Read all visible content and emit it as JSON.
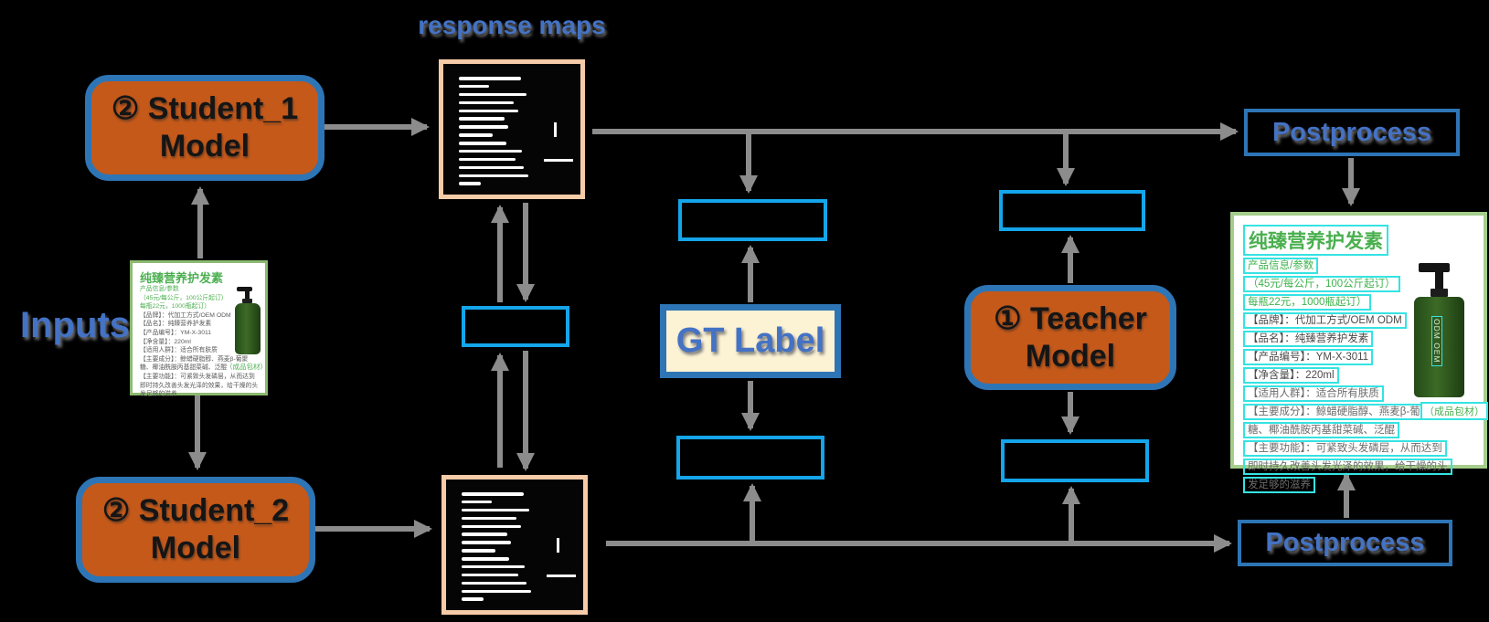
{
  "title": "response maps",
  "nodes": {
    "student1": {
      "line1": "② Student_1",
      "line2": "Model"
    },
    "student2": {
      "line1": "② Student_2",
      "line2": "Model"
    },
    "teacher": {
      "line1": "① Teacher",
      "line2": "Model"
    },
    "gt_label": "GT Label",
    "postprocess_top": "Postprocess",
    "postprocess_bottom": "Postprocess",
    "inputs_label": "Inputs"
  },
  "colors": {
    "node_fill_orange": "#C4591A",
    "node_border_blue": "#2E75B6",
    "loss_box_border": "#14A5EA",
    "response_map_border": "#F6CBA7",
    "arrow_gray": "#8C8C8C",
    "diagram_text_blue": "#4472C4",
    "gt_fill_cream": "#FCF2D4",
    "card_border_green": "#8CBA70",
    "ocr_box_cyan": "#35E3E3",
    "product_text_green": "#4CAF50"
  },
  "response_maps": {
    "line_widths": [
      57,
      28,
      62,
      50,
      55,
      42,
      45,
      31,
      44,
      58,
      52,
      60,
      64,
      20
    ]
  },
  "input_card": {
    "title": "纯臻营养护发素",
    "lines": [
      {
        "text": "产品信息/参数",
        "cls": "green"
      },
      {
        "text": "（45元/每公斤，100公斤起订）",
        "cls": "green"
      },
      {
        "text": "每瓶22元，1000瓶起订）",
        "cls": "green"
      },
      {
        "text": "【品牌】：代加工方式/OEM ODM",
        "cls": ""
      },
      {
        "text": "【品名】：纯臻营养护发素",
        "cls": ""
      },
      {
        "text": "【产品编号】：YM-X-3011",
        "cls": ""
      },
      {
        "text": "【净含量】：220ml",
        "cls": ""
      },
      {
        "text": "【适用人群】：适合所有肤质",
        "cls": ""
      },
      {
        "text": "【主要成分】：鲸蜡硬脂醇、燕麦β-葡聚",
        "cls": ""
      },
      {
        "text": "糖、椰油酰胺丙基甜菜碱、泛醌",
        "cls": ""
      },
      {
        "text": "【主要功能】：可紧致头发磷层，从而达到",
        "cls": ""
      },
      {
        "text": "即时持久改善头发光泽的效果，给干燥的头",
        "cls": ""
      },
      {
        "text": "发足够的滋养",
        "cls": ""
      }
    ],
    "package_note": "（成品包材）",
    "bottle_text": "ODM OEM"
  },
  "output_card": {
    "title": "纯臻营养护发素",
    "lines": [
      {
        "text": "产品信息/参数",
        "cls": "green"
      },
      {
        "text": "（45元/每公斤，100公斤起订）",
        "cls": "green"
      },
      {
        "text": "每瓶22元，1000瓶起订）",
        "cls": "green"
      },
      {
        "text": "【品牌】：代加工方式/OEM ODM",
        "cls": ""
      },
      {
        "text": "【品名】：纯臻营养护发素",
        "cls": ""
      },
      {
        "text": "【产品编号】：YM-X-3011",
        "cls": ""
      },
      {
        "text": "【净含量】：220ml",
        "cls": ""
      },
      {
        "text": "【适用人群】：适合所有肤质",
        "cls": "gray"
      },
      {
        "text": "【主要成分】：鲸蜡硬脂醇、燕麦β-葡聚",
        "cls": "gray"
      },
      {
        "text": "糖、椰油酰胺丙基甜菜碱、泛醌",
        "cls": "gray"
      },
      {
        "text": "【主要功能】：可紧致头发磷层，从而达到",
        "cls": "gray"
      },
      {
        "text": "即时持久改善头发光泽的效果，给干燥的头",
        "cls": "gray"
      },
      {
        "text": "发足够的滋养",
        "cls": "gray"
      }
    ],
    "package_note": "（成品包材）",
    "bottle_text": "ODM OEM"
  }
}
